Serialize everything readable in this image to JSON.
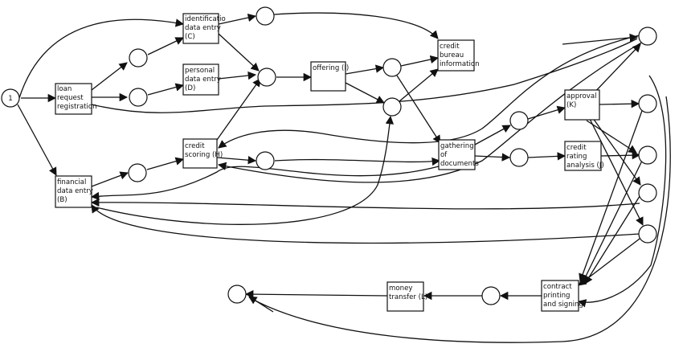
{
  "diagram": {
    "start_place_label": "1",
    "transitions": {
      "loan_request": [
        "loan",
        "request",
        "registration"
      ],
      "financial": [
        "financial",
        "data entry",
        "(B)"
      ],
      "identification": [
        "identificatio",
        "data entry",
        "(C)"
      ],
      "personal": [
        "personal",
        "data entry",
        "(D)"
      ],
      "credit_scoring": [
        "credit",
        "scoring (H)"
      ],
      "offering": [
        "offering (I)"
      ],
      "credit_bureau": [
        "credit",
        "bureau",
        "information"
      ],
      "gathering": [
        "gathering",
        "of",
        "documents"
      ],
      "approval": [
        "approval",
        "(K)"
      ],
      "credit_rating": [
        "credit",
        "rating",
        "analysis (J)"
      ],
      "contract": [
        "contract",
        "printing",
        "and signing"
      ],
      "money_transfer": [
        "money",
        "transfer (L)"
      ]
    }
  }
}
